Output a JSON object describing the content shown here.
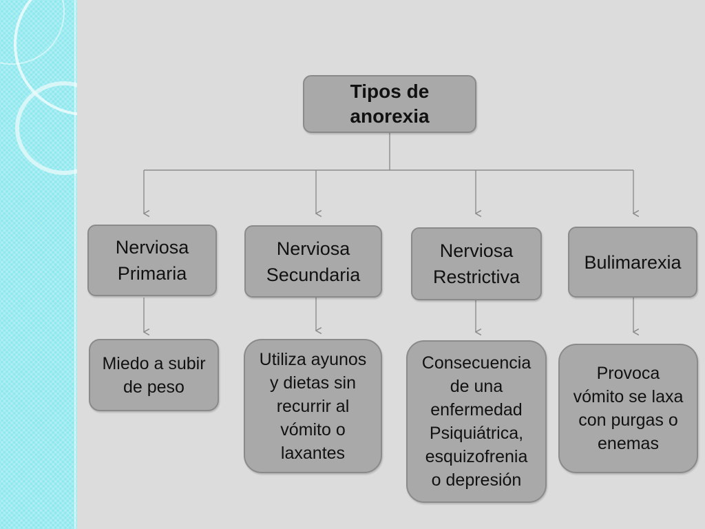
{
  "diagram": {
    "root": {
      "label": "Tipos de\nanorexia"
    },
    "types": [
      {
        "label": "Nerviosa\nPrimaria",
        "description": "Miedo a subir\nde peso"
      },
      {
        "label": "Nerviosa\nSecundaria",
        "description": "Utiliza ayunos\ny dietas sin\nrecurrir al\nvómito o\nlaxantes"
      },
      {
        "label": "Nerviosa\nRestrictiva",
        "description": "Consecuencia\nde una\nenfermedad\nPsiquiátrica,\nesquizofrenia\no depresión"
      },
      {
        "label": "Bulimarexia",
        "description": "Provoca\nvómito se laxa\ncon purgas o\nenemas"
      }
    ]
  },
  "colors": {
    "background": "#dcdcdc",
    "sidebar": "#8fe8ee",
    "box_fill": "#a9a9a9",
    "box_border": "#8a8a8a",
    "connector": "#8c8c8c"
  }
}
